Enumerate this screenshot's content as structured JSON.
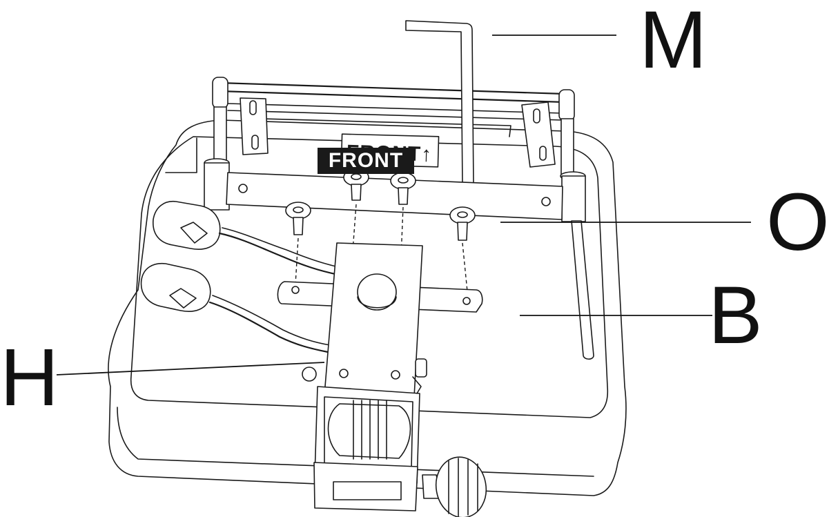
{
  "figure": {
    "sticker_text": "FRONT↑",
    "front_badge_text": "FRONT",
    "labels": {
      "M": "M",
      "O": "O",
      "B": "B",
      "H": "H"
    },
    "colors": {
      "line": "#1a1a1a",
      "badge_background": "#1a1a1a",
      "badge_text": "#ffffff",
      "paper": "#ffffff"
    }
  }
}
